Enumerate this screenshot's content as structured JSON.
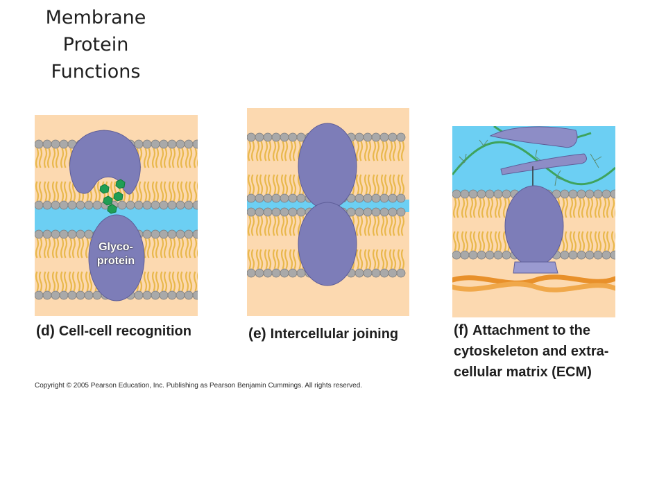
{
  "title": {
    "line1": "Membrane",
    "line2": "Protein",
    "line3": "Functions"
  },
  "panels": {
    "d": {
      "letter": "(d)",
      "caption": "Cell-cell recognition",
      "protein_label_line1": "Glyco-",
      "protein_label_line2": "protein"
    },
    "e": {
      "letter": "(e)",
      "caption": "Intercellular joining"
    },
    "f": {
      "letter": "(f)",
      "caption_line1": "Attachment to the",
      "caption_line2": "cytoskeleton and extra-",
      "caption_line3": "cellular matrix (ECM)"
    }
  },
  "copyright": "Copyright © 2005 Pearson Education, Inc. Publishing as Pearson Benjamin Cummings. All rights reserved.",
  "colors": {
    "background_peach": "#fcd9b0",
    "extracellular_blue": "#6ccff3",
    "lipid_head": "#a9a9a9",
    "lipid_tail": "#e9b84c",
    "protein": "#7d7db8",
    "carbohydrate": "#1f9e55",
    "ecm_fiber": "#3ea35d",
    "microfilament": "#e8902a"
  }
}
